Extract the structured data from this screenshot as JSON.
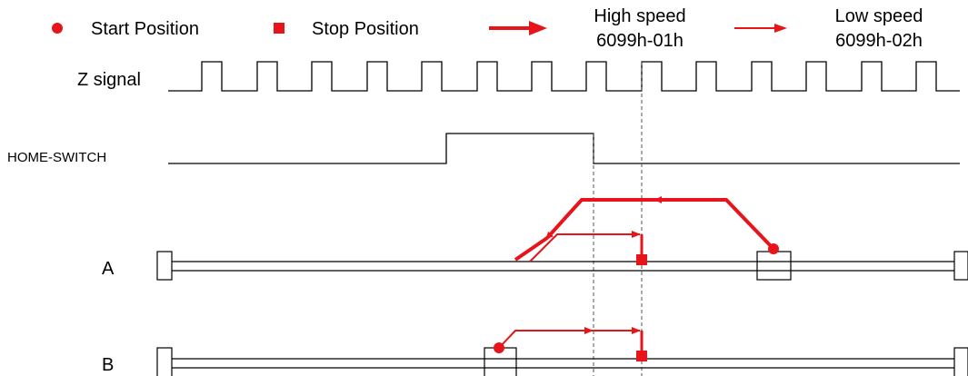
{
  "legend": {
    "start_label": "Start Position",
    "stop_label": "Stop Position",
    "high_speed_label": "High speed",
    "high_speed_object": "6099h-01h",
    "low_speed_label": "Low speed",
    "low_speed_object": "6099h-02h"
  },
  "signals": {
    "z_signal_label": "Z signal",
    "home_switch_label": "HOME-SWITCH"
  },
  "rows": {
    "a_label": "A",
    "b_label": "B"
  },
  "colors": {
    "accent": "#e8141b",
    "line": "#000000",
    "guide": "#555555"
  }
}
